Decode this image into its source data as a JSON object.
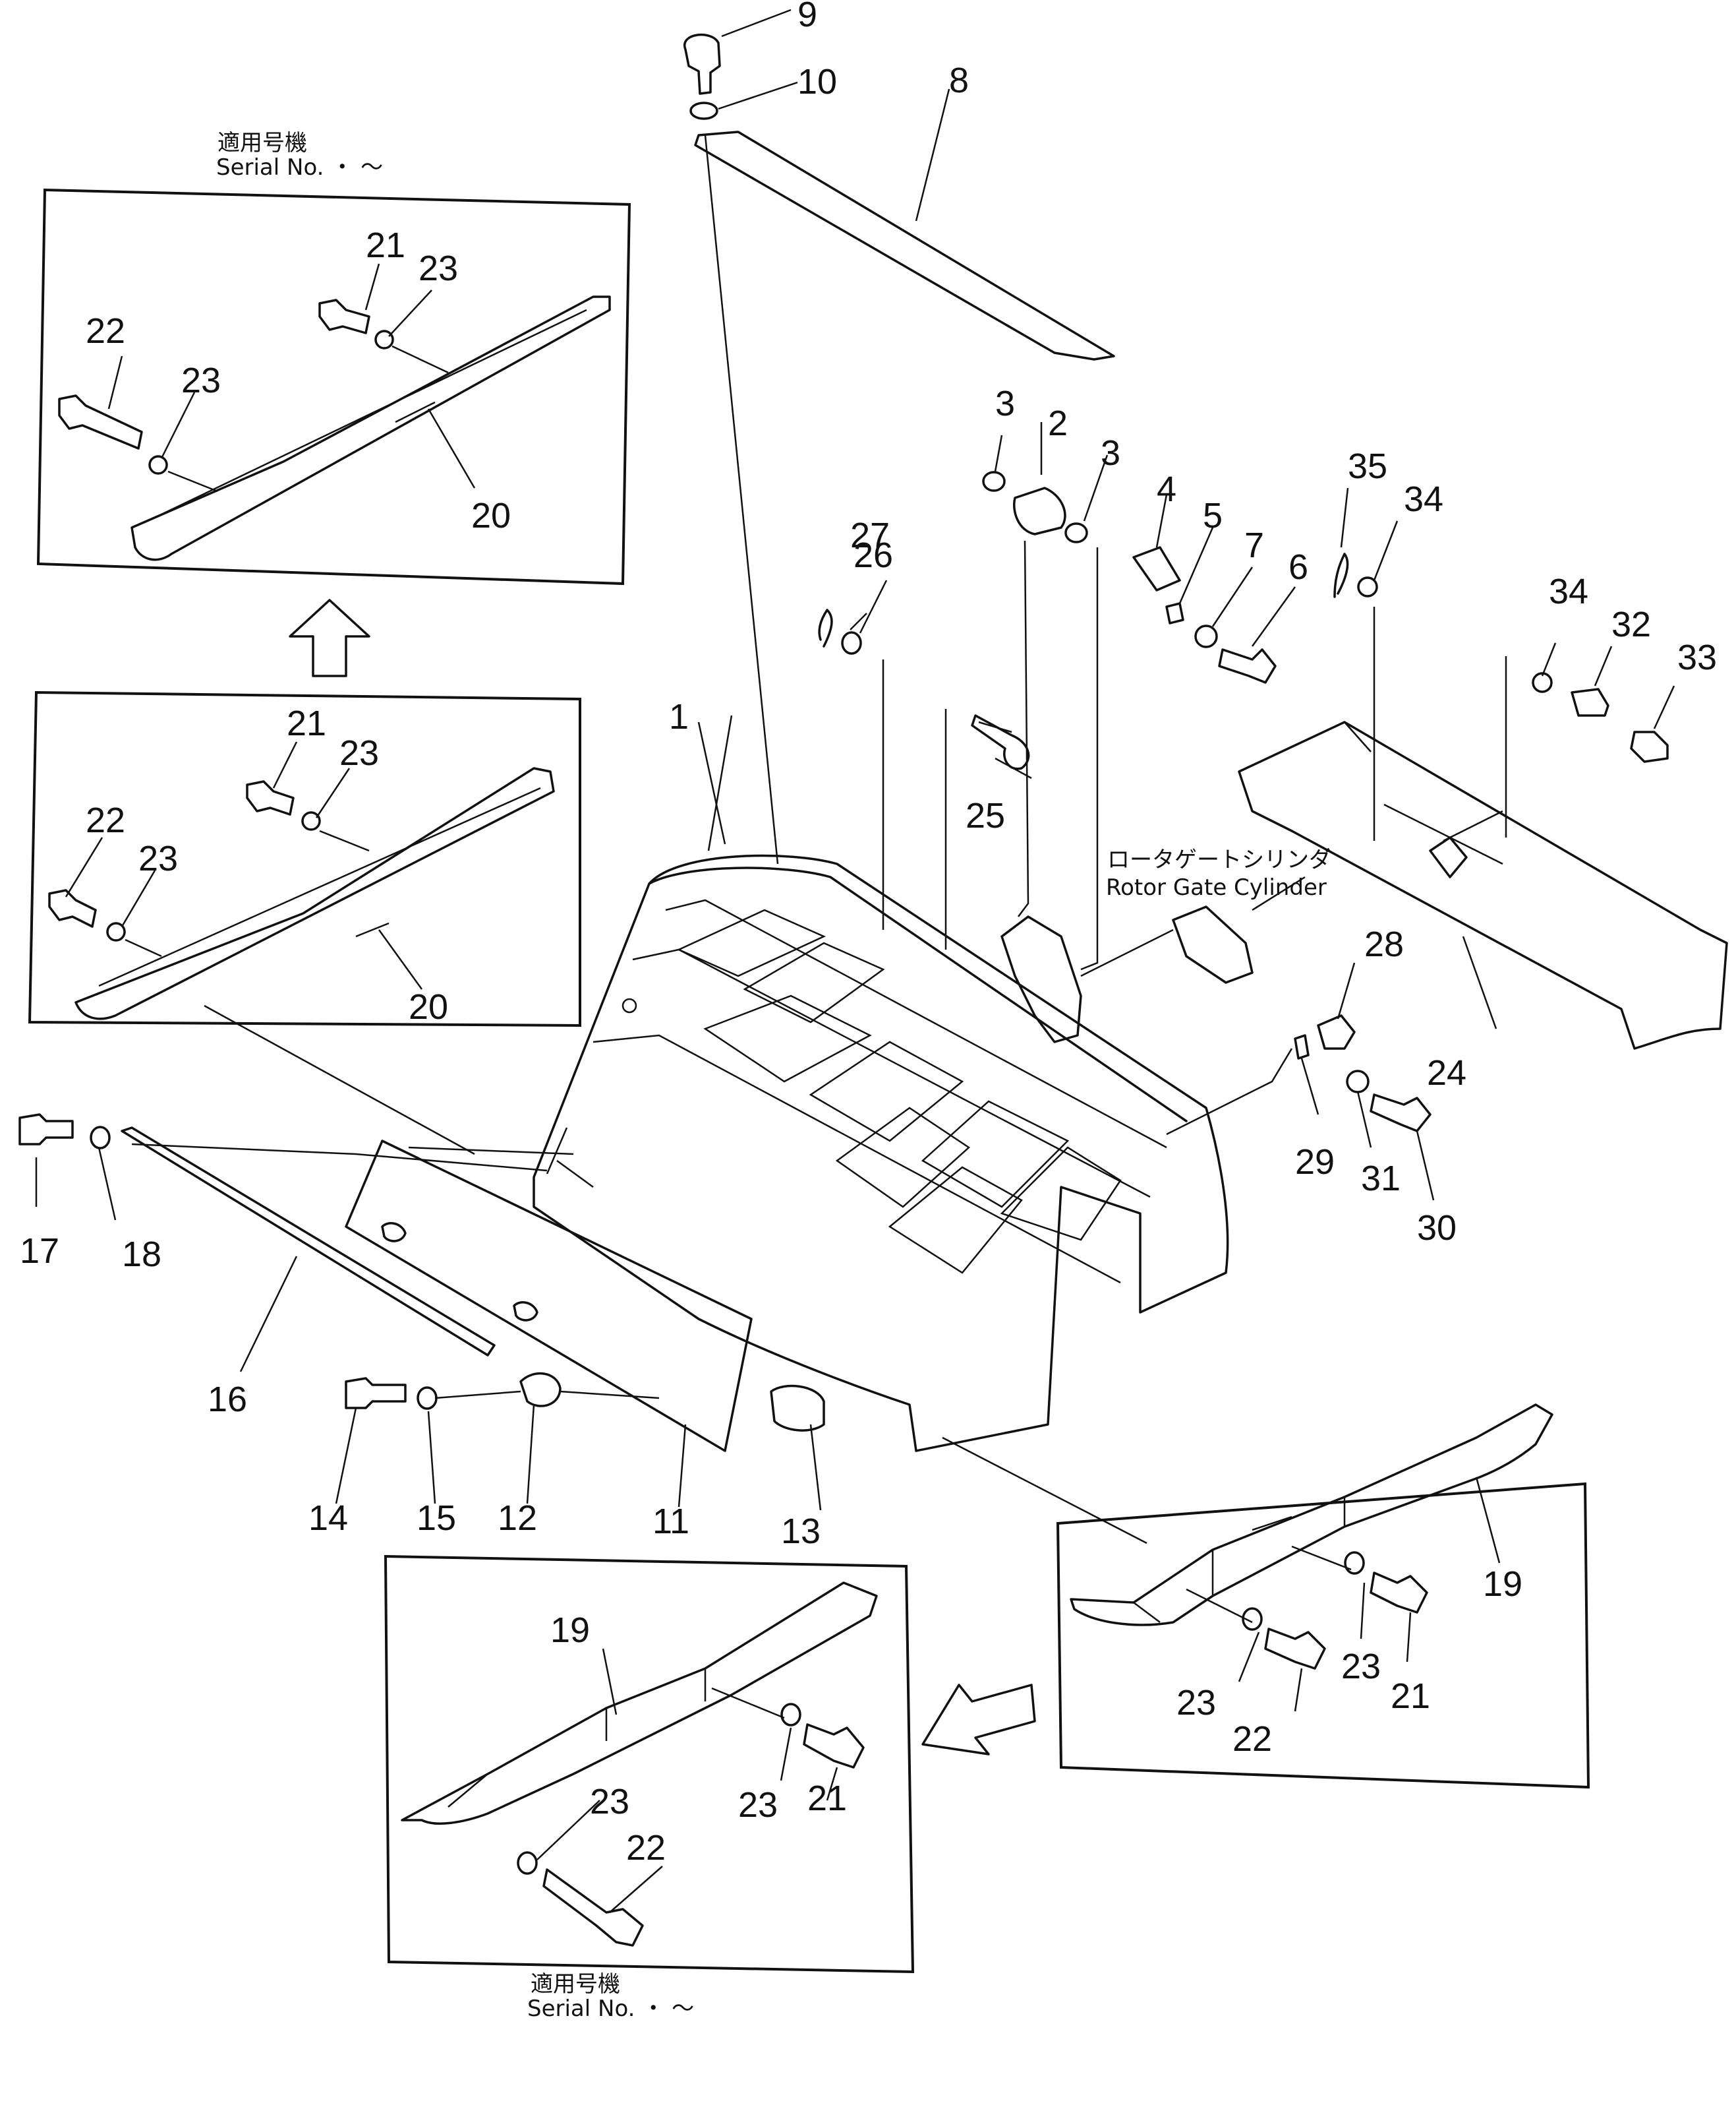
{
  "callouts": [
    {
      "id": "c1",
      "text": "1"
    },
    {
      "id": "c2",
      "text": "2"
    },
    {
      "id": "c3a",
      "text": "3"
    },
    {
      "id": "c3b",
      "text": "3"
    },
    {
      "id": "c4",
      "text": "4"
    },
    {
      "id": "c5",
      "text": "5"
    },
    {
      "id": "c6",
      "text": "6"
    },
    {
      "id": "c7",
      "text": "7"
    },
    {
      "id": "c8",
      "text": "8"
    },
    {
      "id": "c9",
      "text": "9"
    },
    {
      "id": "c10",
      "text": "10"
    },
    {
      "id": "c11",
      "text": "11"
    },
    {
      "id": "c12",
      "text": "12"
    },
    {
      "id": "c13",
      "text": "13"
    },
    {
      "id": "c14",
      "text": "14"
    },
    {
      "id": "c15",
      "text": "15"
    },
    {
      "id": "c16",
      "text": "16"
    },
    {
      "id": "c17",
      "text": "17"
    },
    {
      "id": "c18",
      "text": "18"
    },
    {
      "id": "c19a",
      "text": "19"
    },
    {
      "id": "c19b",
      "text": "19"
    },
    {
      "id": "c20a",
      "text": "20"
    },
    {
      "id": "c20b",
      "text": "20"
    },
    {
      "id": "c21a",
      "text": "21"
    },
    {
      "id": "c21b",
      "text": "21"
    },
    {
      "id": "c21c",
      "text": "21"
    },
    {
      "id": "c21d",
      "text": "21"
    },
    {
      "id": "c22a",
      "text": "22"
    },
    {
      "id": "c22b",
      "text": "22"
    },
    {
      "id": "c22c",
      "text": "22"
    },
    {
      "id": "c22d",
      "text": "22"
    },
    {
      "id": "c23a",
      "text": "23"
    },
    {
      "id": "c23b",
      "text": "23"
    },
    {
      "id": "c23c",
      "text": "23"
    },
    {
      "id": "c23d",
      "text": "23"
    },
    {
      "id": "c23e",
      "text": "23"
    },
    {
      "id": "c23f",
      "text": "23"
    },
    {
      "id": "c23g",
      "text": "23"
    },
    {
      "id": "c23h",
      "text": "23"
    },
    {
      "id": "c24",
      "text": "24"
    },
    {
      "id": "c25",
      "text": "25"
    },
    {
      "id": "c26",
      "text": "26"
    },
    {
      "id": "c27",
      "text": "27"
    },
    {
      "id": "c28",
      "text": "28"
    },
    {
      "id": "c29",
      "text": "29"
    },
    {
      "id": "c30",
      "text": "30"
    },
    {
      "id": "c31",
      "text": "31"
    },
    {
      "id": "c32",
      "text": "32"
    },
    {
      "id": "c33",
      "text": "33"
    },
    {
      "id": "c34a",
      "text": "34"
    },
    {
      "id": "c34b",
      "text": "34"
    },
    {
      "id": "c35",
      "text": "35"
    }
  ],
  "captions": {
    "top_serial_jp": "適用号機",
    "top_serial_en": "Serial  No.      ・  ～",
    "bottom_serial_jp": "適用号機",
    "bottom_serial_en": "Serial  No.      ・  ～",
    "rotor_gate_jp": "ロータゲートシリンダ",
    "rotor_gate_en": "Rotor  Gate  Cylinder"
  }
}
